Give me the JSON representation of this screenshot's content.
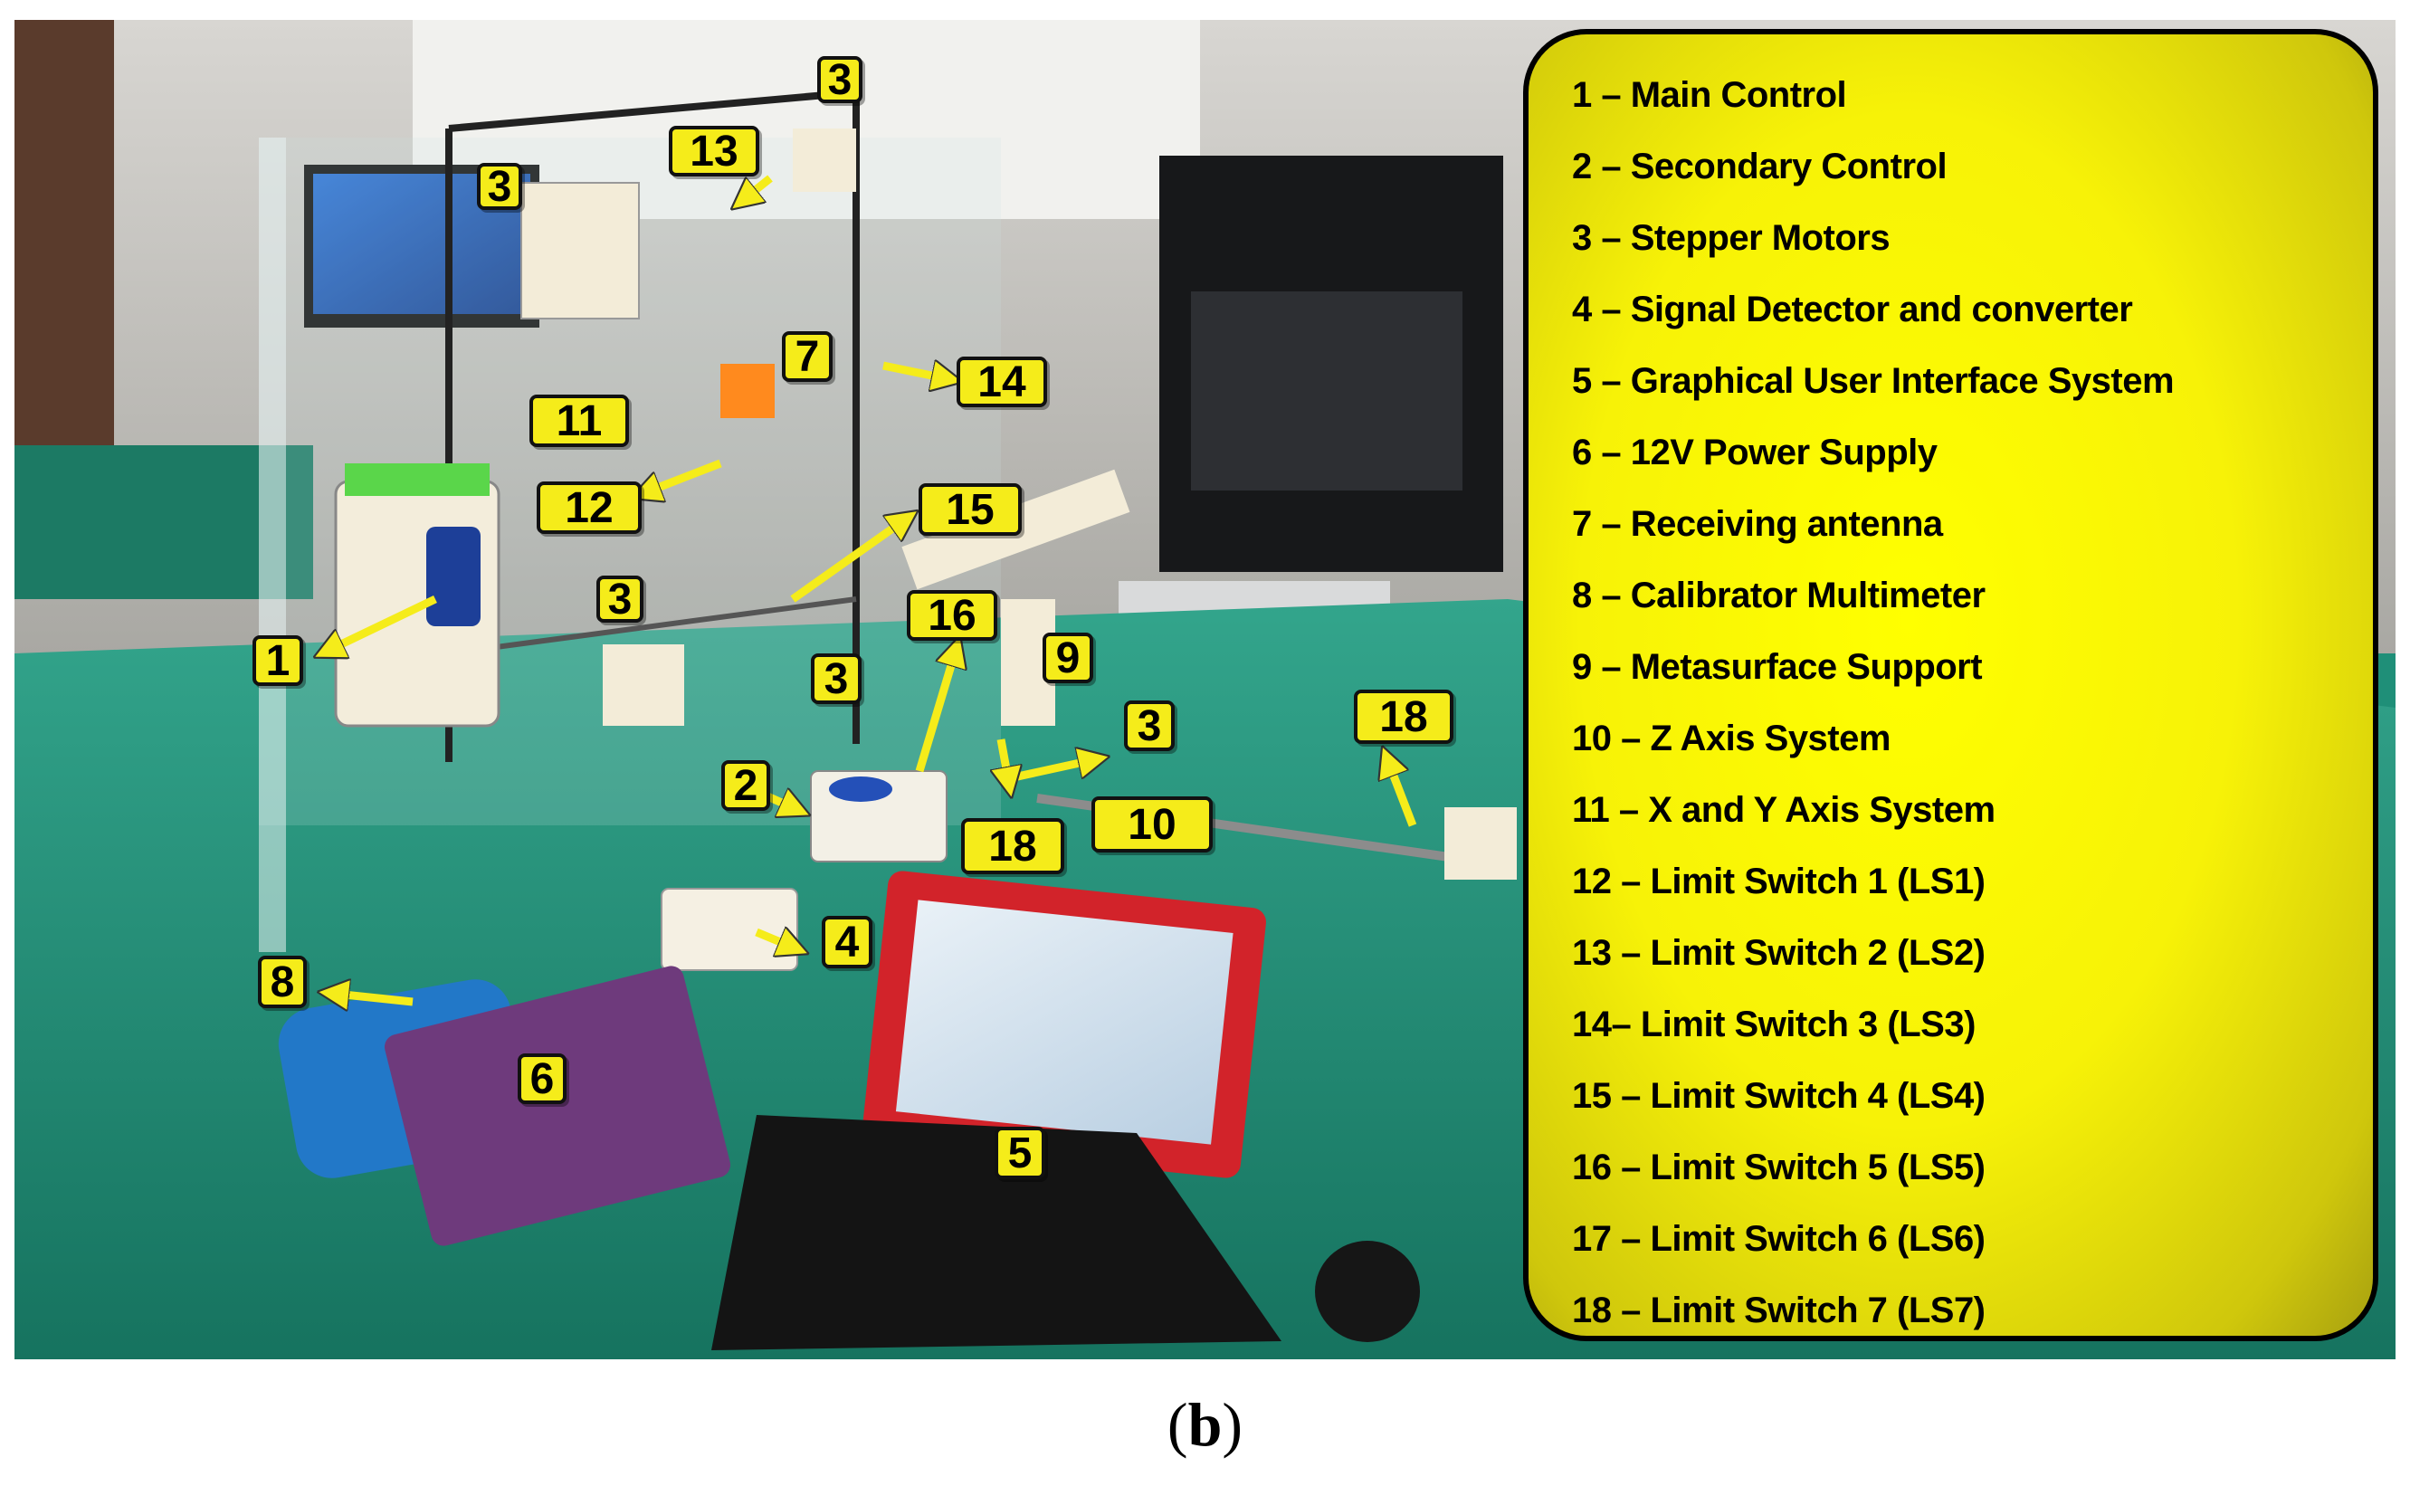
{
  "legend": {
    "items": [
      "1 – Main Control",
      "2 – Secondary Control",
      "3 – Stepper Motors",
      "4 – Signal Detector and converter",
      "5 – Graphical User Interface System",
      "6 – 12V Power Supply",
      "7 – Receiving antenna",
      "8 – Calibrator Multimeter",
      "9 – Metasurface Support",
      "10 – Z Axis System",
      "11 – X and Y Axis System",
      "12 – Limit Switch 1 (LS1)",
      "13 – Limit Switch 2 (LS2)",
      "14– Limit Switch 3 (LS3)",
      "15 – Limit Switch 4 (LS4)",
      "16 – Limit Switch 5 (LS5)",
      "17 – Limit Switch 6 (LS6)",
      "18 – Limit Switch 7 (LS7)"
    ]
  },
  "callouts": [
    {
      "label": "3"
    },
    {
      "label": "3"
    },
    {
      "label": "13"
    },
    {
      "label": "7"
    },
    {
      "label": "14"
    },
    {
      "label": "11"
    },
    {
      "label": "12"
    },
    {
      "label": "15"
    },
    {
      "label": "3"
    },
    {
      "label": "16"
    },
    {
      "label": "9"
    },
    {
      "label": "1"
    },
    {
      "label": "3"
    },
    {
      "label": "3"
    },
    {
      "label": "18"
    },
    {
      "label": "2"
    },
    {
      "label": "18"
    },
    {
      "label": "10"
    },
    {
      "label": "4"
    },
    {
      "label": "8"
    },
    {
      "label": "6"
    },
    {
      "label": "5"
    }
  ],
  "caption": {
    "open": "(",
    "letter": "b",
    "close": ")"
  },
  "colors": {
    "callout_fill": "#f5ec1a",
    "legend_fill": "#f7f207",
    "arrow": "#f5ec1a",
    "table_cloth": "#1f8f78"
  }
}
